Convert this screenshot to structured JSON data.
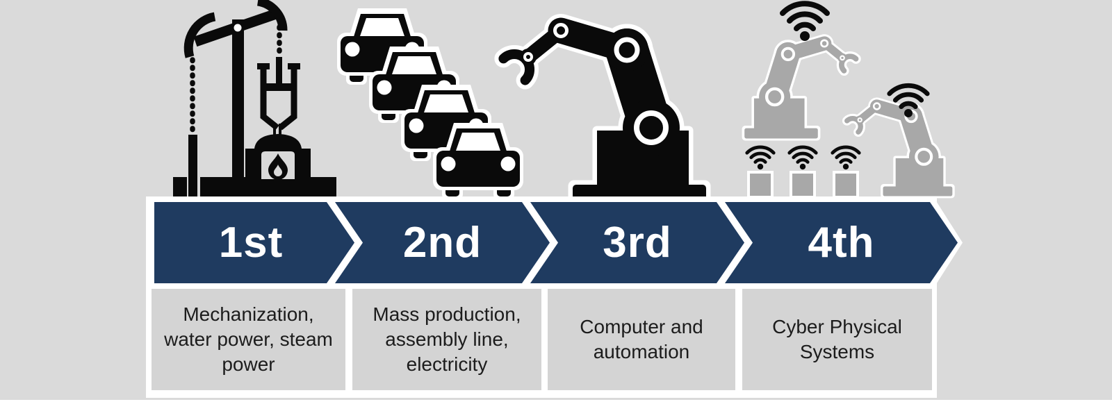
{
  "colors": {
    "background": "#dadada",
    "arrow_navy": "#1f3b60",
    "frame_white": "#ffffff",
    "box_gray": "#d4d4d4",
    "icon_black": "#0a0a0a",
    "icon_gray": "#a8a8a8",
    "label_text": "#ffffff",
    "description_text": "#1c1c1c"
  },
  "timeline": {
    "stages": [
      {
        "label": "1st",
        "description_lines": [
          "Mechanization,",
          "water power, steam",
          "power"
        ],
        "icon": "steam-engine-icon"
      },
      {
        "label": "2nd",
        "description_lines": [
          "Mass production,",
          "assembly line,",
          "electricity"
        ],
        "icon": "cars-icon"
      },
      {
        "label": "3rd",
        "description_lines": [
          "Computer and",
          "automation"
        ],
        "icon": "robot-arm-icon"
      },
      {
        "label": "4th",
        "description_lines": [
          "Cyber Physical",
          "Systems"
        ],
        "icon": "iot-robots-icon"
      }
    ]
  }
}
